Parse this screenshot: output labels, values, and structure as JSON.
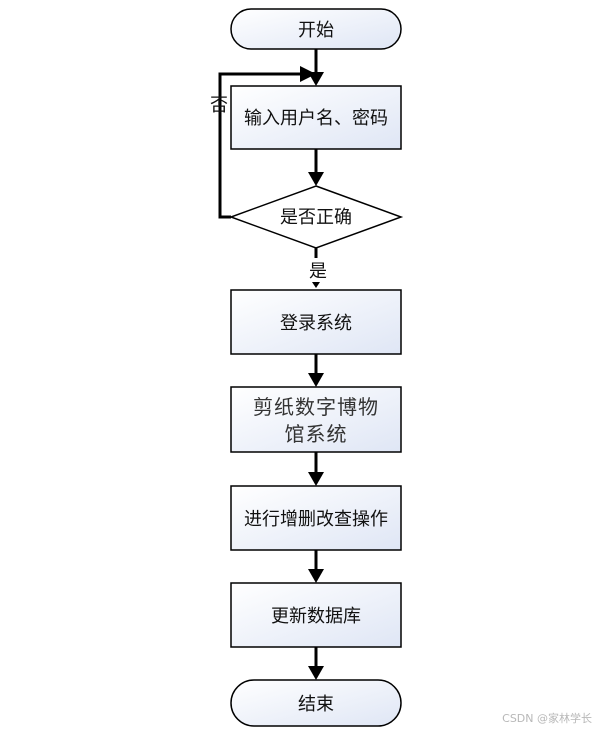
{
  "nodes": {
    "start": "开始",
    "input": "输入用户名、密码",
    "decision": "是否正确",
    "login": "登录系统",
    "system_line1": "剪纸数字博物",
    "system_line2": "馆系统",
    "crud": "进行增删改查操作",
    "update_db": "更新数据库",
    "end": "结束"
  },
  "edges": {
    "no_label": "否",
    "yes_label": "是"
  },
  "watermark": "CSDN @家林学长",
  "colors": {
    "stroke": "#000000",
    "box_fill_start": "#ffffff",
    "box_fill_end": "#dfe6f5",
    "watermark": "#b8b8b8"
  }
}
